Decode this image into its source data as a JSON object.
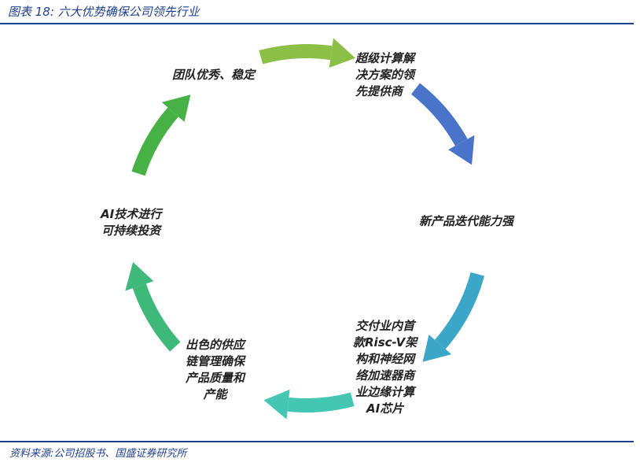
{
  "header": {
    "title": "图表 18:  六大优势确保公司领先行业"
  },
  "nodes": [
    {
      "lines": [
        "超级计算解",
        "决方案的领",
        "先提供商"
      ]
    },
    {
      "lines": [
        "新产品迭代能力强"
      ]
    },
    {
      "lines": [
        "交付业内首",
        "款Risc-V架",
        "构和神经网",
        "络加速器商",
        "业边缘计算",
        "AI芯片"
      ]
    },
    {
      "lines": [
        "出色的供应",
        "链管理确保",
        "产品质量和",
        "产能"
      ]
    },
    {
      "lines": [
        "AI技术进行",
        "可持续投资"
      ]
    },
    {
      "lines": [
        "团队优秀、稳定"
      ]
    }
  ],
  "arrow_colors": [
    "#8cbf45",
    "#4a74c9",
    "#3ba6c8",
    "#43c7b2",
    "#3fb97a",
    "#47b146"
  ],
  "footer": {
    "source": "资料来源:公司招股书、国盛证券研究所"
  }
}
